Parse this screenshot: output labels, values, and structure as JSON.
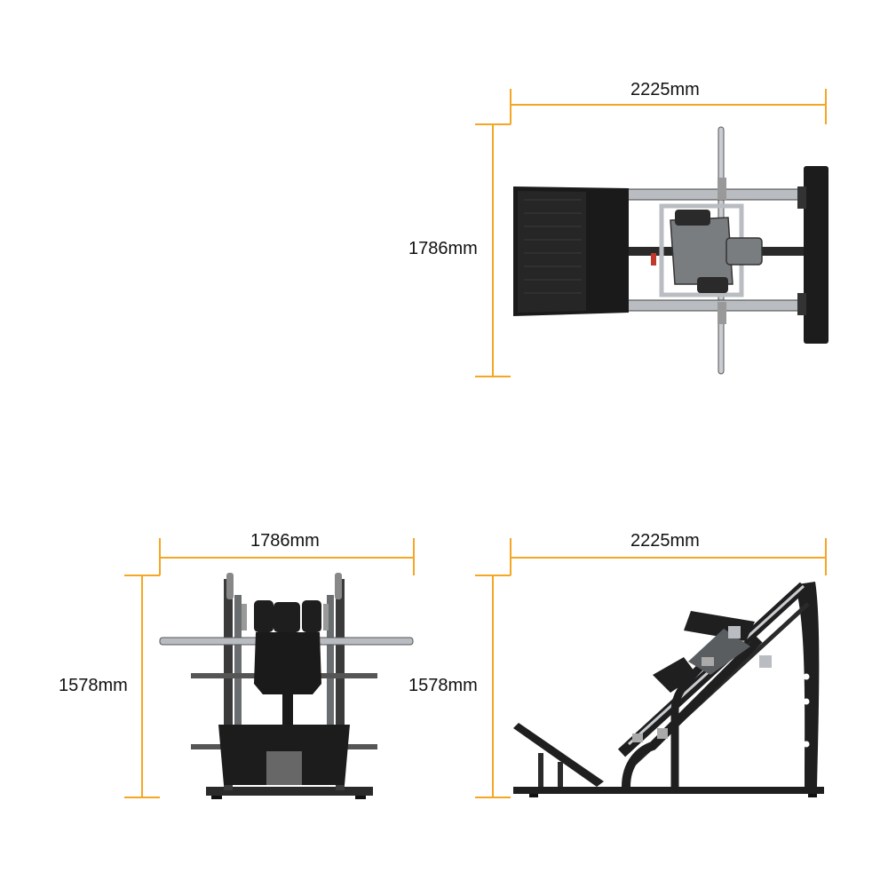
{
  "colors": {
    "dimension_line": "#F5A623",
    "frame_dark": "#1f1f1f",
    "frame_silver": "#b9bcc0",
    "pad_gray": "#7a7d80",
    "accent_red": "#c0392b"
  },
  "top_view": {
    "width_label": "2225mm",
    "depth_label": "1786mm"
  },
  "front_view": {
    "width_label": "1786mm",
    "height_label": "1578mm"
  },
  "side_view": {
    "width_label": "2225mm",
    "height_label": "1578mm"
  }
}
